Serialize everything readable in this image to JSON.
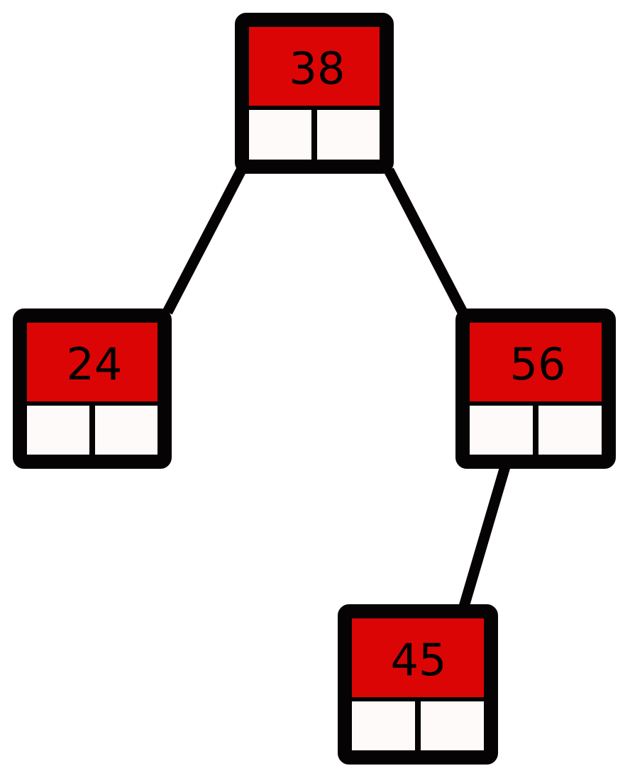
{
  "colors": {
    "header_fill": "#dc0505",
    "cell_fill": "#fffafa",
    "border": "#050303",
    "edge": "#050303"
  },
  "nodes": [
    {
      "id": "n38",
      "value": "38"
    },
    {
      "id": "n24",
      "value": "24"
    },
    {
      "id": "n56",
      "value": "56"
    },
    {
      "id": "n45",
      "value": "45"
    }
  ],
  "edges": [
    {
      "from": "n38",
      "to": "n24"
    },
    {
      "from": "n38",
      "to": "n56"
    },
    {
      "from": "n56",
      "to": "n45"
    }
  ]
}
